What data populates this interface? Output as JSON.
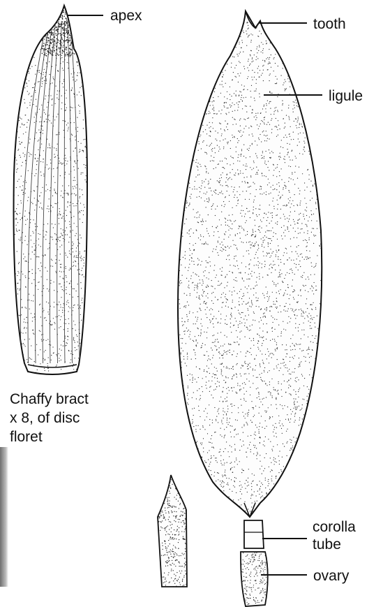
{
  "labels": {
    "apex": "apex",
    "tooth": "tooth",
    "ligule": "ligule",
    "corolla_line1": "corolla",
    "corolla_line2": "tube",
    "ovary": "ovary"
  },
  "caption": {
    "line1": "Chaffy bract",
    "line2": "x 8, of disc",
    "line3": "floret"
  },
  "colors": {
    "ink": "#111111",
    "paper": "#ffffff"
  }
}
